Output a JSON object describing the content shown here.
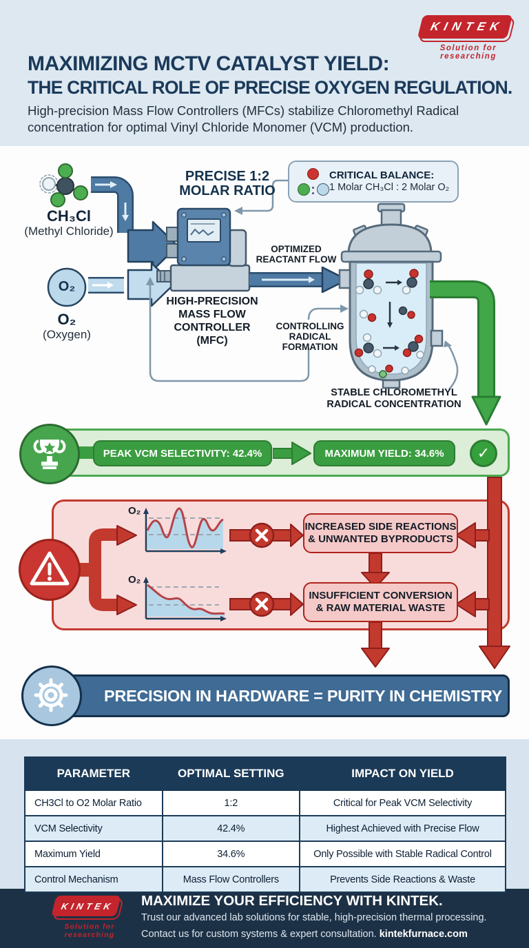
{
  "header": {
    "logo": {
      "text": "KINTEK",
      "tagline": "Solution for researching"
    },
    "title_line1": "MAXIMIZING MCTV CATALYST YIELD:",
    "title_line2": "THE CRITICAL ROLE OF PRECISE OXYGEN REGULATION.",
    "subtitle": "High-precision Mass Flow Controllers (MFCs) stabilize Chloromethyl Radical concentration for optimal Vinyl Chloride Monomer (VCM) production."
  },
  "diagram": {
    "ch3cl": {
      "formula": "CH₃Cl",
      "name": "(Methyl Chloride)"
    },
    "o2": {
      "symbol": "O₂",
      "formula": "O₂",
      "name": "(Oxygen)"
    },
    "molar_ratio_label": "PRECISE 1:2\nMOLAR RATIO",
    "critical_balance": {
      "title": "CRITICAL BALANCE:",
      "detail": "1 Molar CH₃Cl : 2 Molar O₂"
    },
    "optimized_flow_label": "OPTIMIZED\nREACTANT FLOW",
    "mfc_label": "HIGH-PRECISION\nMASS FLOW CONTROLLER\n(MFC)",
    "controlling_label": "CONTROLLING\nRADICAL\nFORMATION",
    "stable_label": "STABLE CHLOROMETHYL\nRADICAL CONCENTRATION"
  },
  "success": {
    "selectivity_label": "PEAK VCM SELECTIVITY: 42.4%",
    "yield_label": "MAXIMUM YIELD: 34.6%"
  },
  "warning": {
    "o2_axis_label": "O₂",
    "box1": "INCREASED SIDE REACTIONS\n& UNWANTED BYPRODUCTS",
    "box2": "INSUFFICIENT CONVERSION\n& RAW MATERIAL WASTE"
  },
  "banner": {
    "text": "PRECISION IN HARDWARE = PURITY IN CHEMISTRY"
  },
  "table": {
    "headers": [
      "PARAMETER",
      "OPTIMAL SETTING",
      "IMPACT ON YIELD"
    ],
    "rows": [
      [
        "CH3Cl to O2 Molar Ratio",
        "1:2",
        "Critical for Peak VCM Selectivity"
      ],
      [
        "VCM Selectivity",
        "42.4%",
        "Highest Achieved with Precise Flow"
      ],
      [
        "Maximum Yield",
        "34.6%",
        "Only Possible with Stable Radical Control"
      ],
      [
        "Control Mechanism",
        "Mass Flow Controllers",
        "Prevents Side Reactions & Waste"
      ]
    ]
  },
  "footer": {
    "logo": {
      "text": "KINTEK",
      "tagline": "Solution for researching"
    },
    "headline": "MAXIMIZE YOUR EFFICIENCY WITH KINTEK.",
    "line1": "Trust our advanced lab solutions for stable, high-precision thermal processing.",
    "line2": "Contact us for custom systems & expert consultation.",
    "website": "kintekfurnace.com"
  },
  "icons": {
    "check_glyph": "✓",
    "trophy": "trophy-icon",
    "warning": "warning-triangle-icon",
    "x_mark": "x-circle-icon",
    "gear": "gear-icon"
  },
  "colors": {
    "header_bg": "#dde8f1",
    "navy_text": "#1b3a5a",
    "brand_red": "#c4242c",
    "pipe_dark": "#4e7aa3",
    "pipe_light": "#c3dcee",
    "mfc_blue": "#5b84ad",
    "green_pipe": "#41a748",
    "green_banner_bg": "#dcedd8",
    "green_pill": "#3b9d41",
    "red_section_bg": "#f8dcdb",
    "red_arrow": "#c2392e",
    "red_box_bg": "#f5c9c8",
    "blue_banner": "#3f6b94",
    "table_header": "#1b3a57",
    "table_alt_row": "#dcebf5",
    "footer_bg": "#1d3146"
  }
}
